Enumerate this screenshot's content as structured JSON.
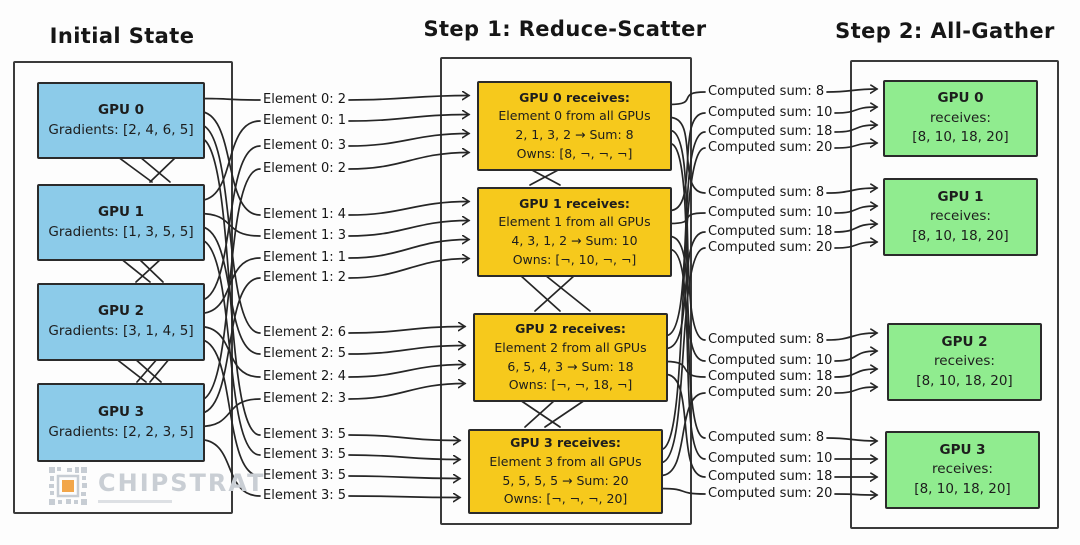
{
  "titles": {
    "initial_state": "Initial State",
    "step1": "Step 1: Reduce-Scatter",
    "step2": "Step 2: All-Gather"
  },
  "colors": {
    "gpu_box": "#8CCBE9",
    "reduce_box": "#F6C91C",
    "gather_box": "#90EC8F",
    "stroke": "#262626"
  },
  "initial_state": {
    "gpus": [
      {
        "name": "GPU 0",
        "gradients": "Gradients: [2, 4, 6, 5]"
      },
      {
        "name": "GPU 1",
        "gradients": "Gradients: [1, 3, 5, 5]"
      },
      {
        "name": "GPU 2",
        "gradients": "Gradients: [3, 1, 4, 5]"
      },
      {
        "name": "GPU 3",
        "gradients": "Gradients: [2, 2, 3, 5]"
      }
    ]
  },
  "element_labels": [
    {
      "text": "Element 0: 2",
      "element": 0,
      "from_gpu": 0
    },
    {
      "text": "Element 0: 1",
      "element": 0,
      "from_gpu": 1
    },
    {
      "text": "Element 0: 3",
      "element": 0,
      "from_gpu": 2
    },
    {
      "text": "Element 0: 2",
      "element": 0,
      "from_gpu": 3
    },
    {
      "text": "Element 1: 4",
      "element": 1,
      "from_gpu": 0
    },
    {
      "text": "Element 1: 3",
      "element": 1,
      "from_gpu": 1
    },
    {
      "text": "Element 1: 1",
      "element": 1,
      "from_gpu": 2
    },
    {
      "text": "Element 1: 2",
      "element": 1,
      "from_gpu": 3
    },
    {
      "text": "Element 2: 6",
      "element": 2,
      "from_gpu": 0
    },
    {
      "text": "Element 2: 5",
      "element": 2,
      "from_gpu": 1
    },
    {
      "text": "Element 2: 4",
      "element": 2,
      "from_gpu": 2
    },
    {
      "text": "Element 2: 3",
      "element": 2,
      "from_gpu": 3
    },
    {
      "text": "Element 3: 5",
      "element": 3,
      "from_gpu": 0
    },
    {
      "text": "Element 3: 5",
      "element": 3,
      "from_gpu": 1
    },
    {
      "text": "Element 3: 5",
      "element": 3,
      "from_gpu": 2
    },
    {
      "text": "Element 3: 5",
      "element": 3,
      "from_gpu": 3
    }
  ],
  "reduce_scatter": {
    "boxes": [
      {
        "title": "GPU 0 receives:",
        "line2": "Element 0 from all GPUs",
        "line3": "2, 1, 3, 2 → Sum: 8",
        "line4": "Owns: [8, ¬, ¬, ¬]"
      },
      {
        "title": "GPU 1 receives:",
        "line2": "Element 1 from all GPUs",
        "line3": "4, 3, 1, 2 → Sum: 10",
        "line4": "Owns: [¬, 10, ¬, ¬]"
      },
      {
        "title": "GPU 2 receives:",
        "line2": "Element 2 from all GPUs",
        "line3": "6, 5, 4, 3 → Sum: 18",
        "line4": "Owns: [¬, ¬, 18, ¬]"
      },
      {
        "title": "GPU 3 receives:",
        "line2": "Element 3 from all GPUs",
        "line3": "5, 5, 5, 5 → Sum: 20",
        "line4": "Owns: [¬, ¬, ¬, 20]"
      }
    ]
  },
  "computed_sums": [
    {
      "text": "Computed sum: 8",
      "to_gpu": 0,
      "from_box": 0
    },
    {
      "text": "Computed sum: 10",
      "to_gpu": 0,
      "from_box": 1
    },
    {
      "text": "Computed sum: 18",
      "to_gpu": 0,
      "from_box": 2
    },
    {
      "text": "Computed sum: 20",
      "to_gpu": 0,
      "from_box": 3
    },
    {
      "text": "Computed sum: 8",
      "to_gpu": 1,
      "from_box": 0
    },
    {
      "text": "Computed sum: 10",
      "to_gpu": 1,
      "from_box": 1
    },
    {
      "text": "Computed sum: 18",
      "to_gpu": 1,
      "from_box": 2
    },
    {
      "text": "Computed sum: 20",
      "to_gpu": 1,
      "from_box": 3
    },
    {
      "text": "Computed sum: 8",
      "to_gpu": 2,
      "from_box": 0
    },
    {
      "text": "Computed sum: 10",
      "to_gpu": 2,
      "from_box": 1
    },
    {
      "text": "Computed sum: 18",
      "to_gpu": 2,
      "from_box": 2
    },
    {
      "text": "Computed sum: 20",
      "to_gpu": 2,
      "from_box": 3
    },
    {
      "text": "Computed sum: 8",
      "to_gpu": 3,
      "from_box": 0
    },
    {
      "text": "Computed sum: 10",
      "to_gpu": 3,
      "from_box": 1
    },
    {
      "text": "Computed sum: 18",
      "to_gpu": 3,
      "from_box": 2
    },
    {
      "text": "Computed sum: 20",
      "to_gpu": 3,
      "from_box": 3
    }
  ],
  "all_gather": {
    "boxes": [
      {
        "name": "GPU 0",
        "line2": "receives:",
        "line3": "[8, 10, 18, 20]"
      },
      {
        "name": "GPU 1",
        "line2": "receives:",
        "line3": "[8, 10, 18, 20]"
      },
      {
        "name": "GPU 2",
        "line2": "receives:",
        "line3": "[8, 10, 18, 20]"
      },
      {
        "name": "GPU 3",
        "line2": "receives:",
        "line3": "[8, 10, 18, 20]"
      }
    ]
  },
  "logo": {
    "text": "CHIPSTRAT"
  }
}
